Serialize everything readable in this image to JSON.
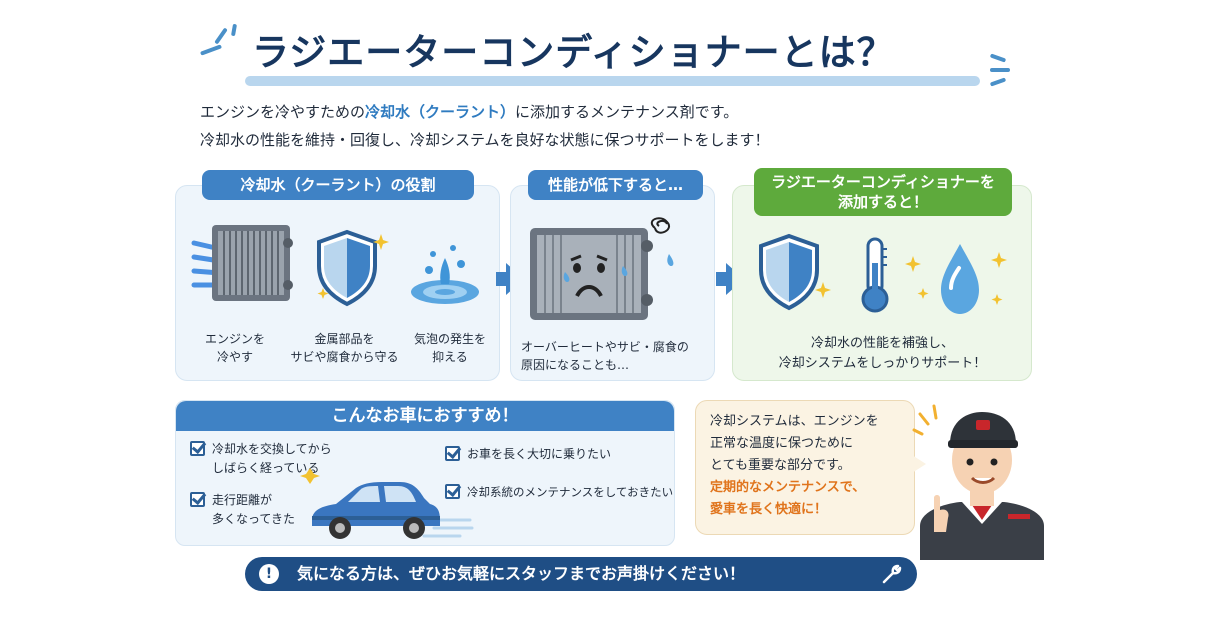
{
  "title": "ラジエーターコンディショナーとは？",
  "intro": {
    "line1_pre": "エンジンを冷やすための",
    "line1_highlight": "冷却水（クーラント）",
    "line1_post": "に添加するメンテナンス剤です。",
    "line2": "冷却水の性能を維持・回復し、冷却システムを良好な状態に保つサポートをします！"
  },
  "panel_role": {
    "heading": "冷却水（クーラント）の役割",
    "items": [
      {
        "line1": "エンジンを",
        "line2": "冷やす"
      },
      {
        "line1": "金属部品を",
        "line2": "サビや腐食から守る"
      },
      {
        "line1": "気泡の発生を",
        "line2": "抑える"
      }
    ]
  },
  "panel_decline": {
    "heading": "性能が低下すると…",
    "line1": "オーバーヒートやサビ・腐食の",
    "line2": "原因になることも…"
  },
  "panel_add": {
    "heading_line1": "ラジエーターコンディショナーを",
    "heading_line2": "添加すると！",
    "line1": "冷却水の性能を補強し、",
    "line2": "冷却システムをしっかりサポート！"
  },
  "recommend": {
    "heading": "こんなお車におすすめ！",
    "items": [
      {
        "line1": "冷却水を交換してから",
        "line2": "しばらく経っている"
      },
      {
        "line1": "走行距離が",
        "line2": "多くなってきた"
      },
      {
        "line1": "お車を長く大切に乗りたい",
        "line2": ""
      },
      {
        "line1": "冷却系統のメンテナンスをしておきたい",
        "line2": ""
      }
    ]
  },
  "speech": {
    "line1": "冷却システムは、エンジンを",
    "line2": "正常な温度に保つために",
    "line3": "とても重要な部分です。",
    "orange1": "定期的なメンテナンスで、",
    "orange2": "愛車を長く快適に！"
  },
  "banner": {
    "icon": "!",
    "text": "気になる方は、ぜひお気軽にスタッフまでお声掛けください！"
  },
  "colors": {
    "navy": "#17365f",
    "blue": "#3f82c5",
    "green": "#5eaa3c",
    "orange": "#e0741c",
    "banner": "#1f4e85"
  },
  "icons": [
    "radiator-icon",
    "shield-icon",
    "water-splash-icon",
    "sad-radiator-icon",
    "thermometer-icon",
    "droplet-icon",
    "car-icon",
    "mechanic-avatar",
    "wrench-icon",
    "sparkle-icon"
  ]
}
